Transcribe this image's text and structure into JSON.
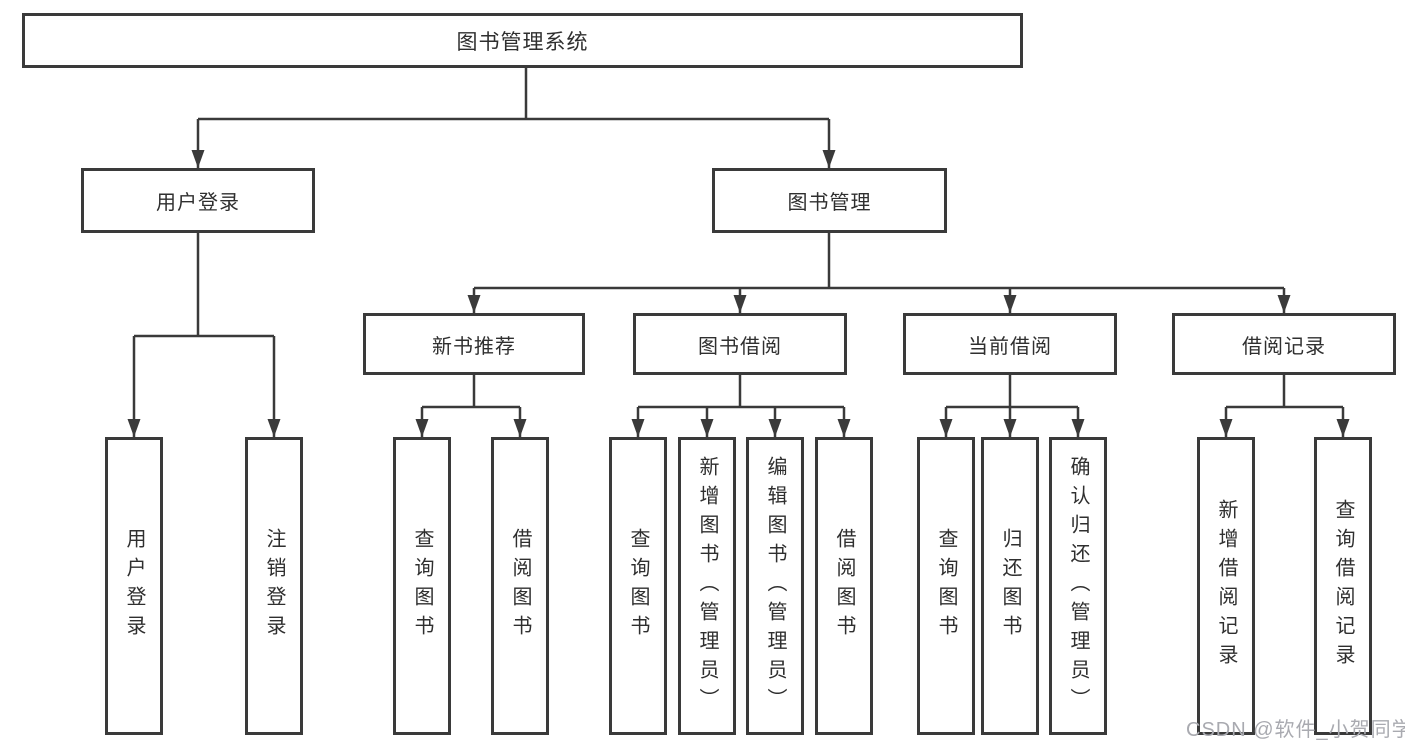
{
  "root": {
    "label": "图书管理系统"
  },
  "level2": {
    "user_login": {
      "label": "用户登录"
    },
    "book_management": {
      "label": "图书管理"
    }
  },
  "level3": {
    "new_book_recommendation": {
      "label": "新书推荐"
    },
    "book_borrowing": {
      "label": "图书借阅"
    },
    "current_borrowing": {
      "label": "当前借阅"
    },
    "borrowing_records": {
      "label": "借阅记录"
    }
  },
  "leaves": {
    "user_login_action": {
      "label": "用户登录"
    },
    "logout_action": {
      "label": "注销登录"
    },
    "query_books_recommend": {
      "label": "查询图书"
    },
    "borrow_books_recommend": {
      "label": "借阅图书"
    },
    "query_books_borrowing": {
      "label": "查询图书"
    },
    "add_book_admin": {
      "label": "新增图书（管理员）"
    },
    "edit_book_admin": {
      "label": "编辑图书（管理员）"
    },
    "borrow_books_borrowing": {
      "label": "借阅图书"
    },
    "query_books_current": {
      "label": "查询图书"
    },
    "return_books": {
      "label": "归还图书"
    },
    "confirm_return_admin": {
      "label": "确认归还（管理员）"
    },
    "add_borrowing_record": {
      "label": "新增借阅记录"
    },
    "query_borrowing_record": {
      "label": "查询借阅记录"
    }
  },
  "watermark": {
    "text": "CSDN @软件_小贺同学"
  },
  "colors": {
    "line": "#3a3a3a",
    "text": "#2f2f2f",
    "box_background": "#ffffff",
    "page_background": "#ffffff",
    "watermark": "#a9aab0"
  }
}
